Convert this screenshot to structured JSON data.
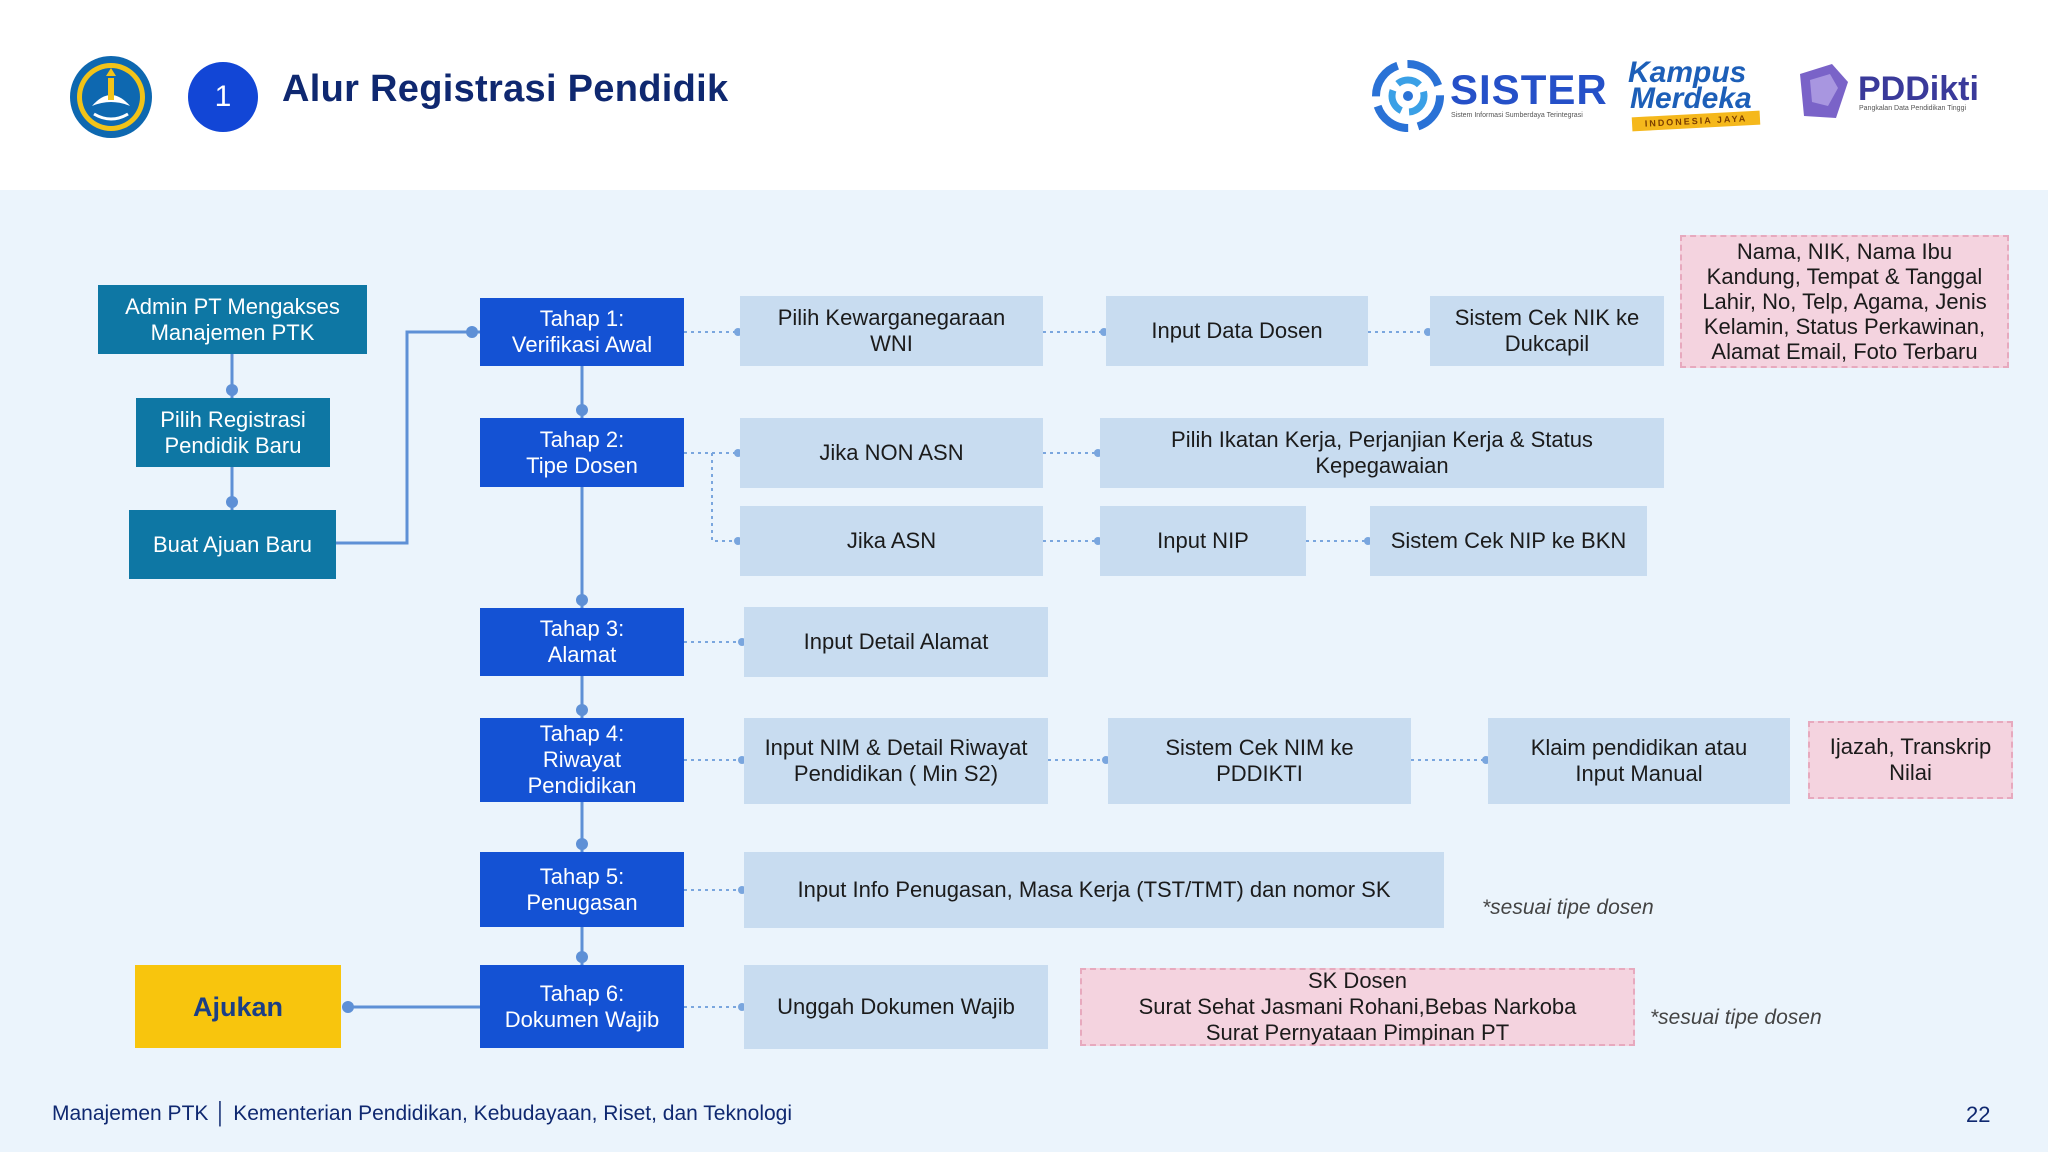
{
  "header": {
    "step_number": "1",
    "title": "Alur Registrasi Pendidik",
    "logos": {
      "sister": "SISTER",
      "sister_tagline": "Sistem Informasi Sumberdaya Terintegrasi",
      "kampus_line1": "Kampus",
      "kampus_line2": "Merdeka",
      "kampus_tagline": "INDONESIA JAYA",
      "pddikti": "PDDikti",
      "pddikti_tagline": "Pangkalan Data Pendidikan Tinggi"
    }
  },
  "left_flow": {
    "admin": "Admin PT Mengakses\nManajemen PTK",
    "pilih": "Pilih Registrasi\nPendidik Baru",
    "buat": "Buat Ajuan Baru",
    "ajukan": "Ajukan"
  },
  "stages": {
    "s1": "Tahap 1:\nVerifikasi Awal",
    "s2": "Tahap 2:\nTipe Dosen",
    "s3": "Tahap 3:\nAlamat",
    "s4": "Tahap 4:\nRiwayat\nPendidikan",
    "s5": "Tahap 5:\nPenugasan",
    "s6": "Tahap 6:\nDokumen Wajib"
  },
  "steps": {
    "s1a": "Pilih Kewarganegaraan\nWNI",
    "s1b": "Input Data Dosen",
    "s1c": "Sistem Cek NIK ke\nDukcapil",
    "s1_note": "Nama, NIK, Nama Ibu\nKandung, Tempat & Tanggal\nLahir, No, Telp, Agama, Jenis\nKelamin, Status Perkawinan,\nAlamat Email, Foto Terbaru",
    "s2a": "Jika NON ASN",
    "s2b": "Pilih Ikatan Kerja, Perjanjian Kerja & Status\nKepegawaian",
    "s2c": "Jika ASN",
    "s2d": "Input NIP",
    "s2e": "Sistem Cek NIP ke BKN",
    "s3a": "Input Detail Alamat",
    "s4a": "Input NIM & Detail Riwayat\nPendidikan ( Min S2)",
    "s4b": "Sistem Cek NIM ke\nPDDIKTI",
    "s4c": "Klaim pendidikan atau\nInput Manual",
    "s4_note": "Ijazah, Transkrip\nNilai",
    "s5a": "Input  Info Penugasan, Masa Kerja  (TST/TMT) dan nomor SK",
    "s5_note": "*sesuai tipe dosen",
    "s6a": "Unggah Dokumen Wajib",
    "s6_docs": "SK Dosen\nSurat Sehat Jasmani Rohani,Bebas Narkoba\nSurat Pernyataan Pimpinan PT",
    "s6_note": "*sesuai tipe dosen"
  },
  "footer": {
    "left": "Manajemen PTK  │  Kementerian Pendidikan, Kebudayaan, Riset, dan Teknologi",
    "page": "22"
  },
  "colors": {
    "teal": "#0e77a4",
    "blue": "#1452d4",
    "light": "#c8dcf0",
    "pink": "#f4d3df",
    "yellow": "#f8c50d",
    "navy": "#0f2870"
  }
}
